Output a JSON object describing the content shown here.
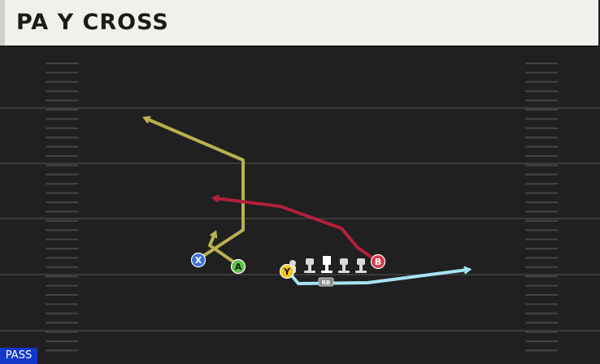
{
  "play": {
    "title": "PA Y CROSS",
    "type_badge": "PASS"
  },
  "players": [
    {
      "key": "X",
      "label": "X",
      "color": "#3b6fd6",
      "text_color": "#ffffff"
    },
    {
      "key": "A",
      "label": "A",
      "color": "#62c24a",
      "text_color": "#1a1a1a"
    },
    {
      "key": "Y",
      "label": "Y",
      "color": "#f0c52a",
      "text_color": "#1a1a1a"
    },
    {
      "key": "B",
      "label": "B",
      "color": "#d63b4a",
      "text_color": "#ffffff"
    }
  ],
  "blocker_tag": "RB",
  "route_colors": {
    "yellow": "#b9b14e",
    "red": "#b3203a",
    "cyan": "#a6e4f4"
  },
  "field_colors": {
    "background": "#202020",
    "yard_line": "#3a3a3a",
    "hash": "#444444"
  }
}
